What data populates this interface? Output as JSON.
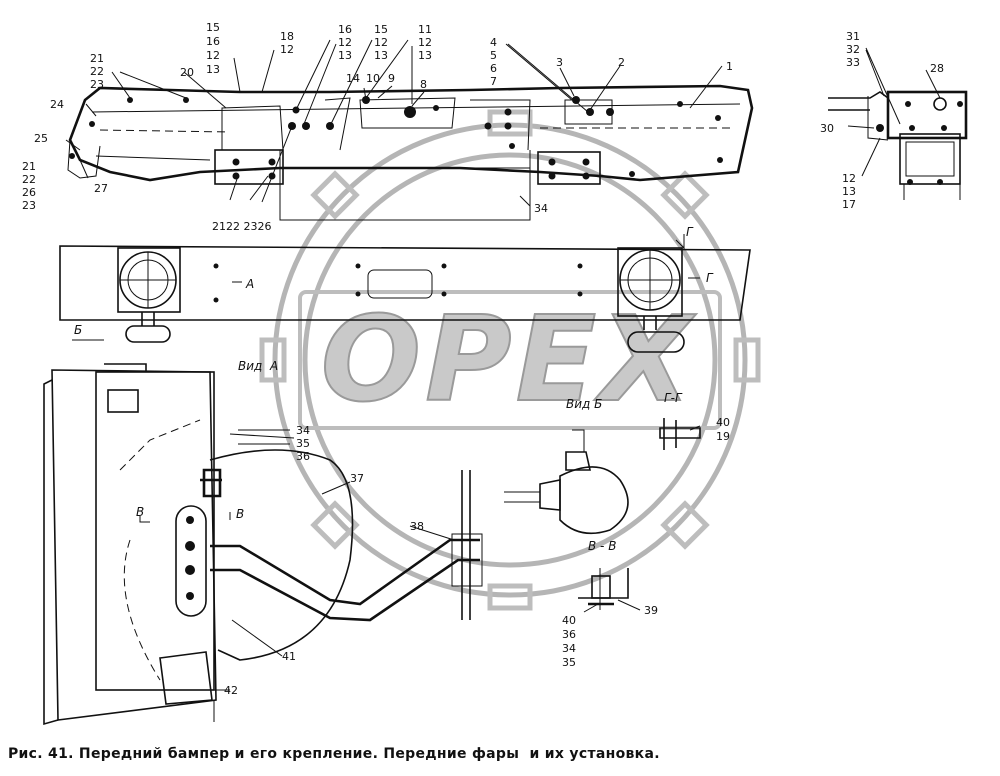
{
  "caption": "Рис. 41. Передний бампер и его крепление. Передние фары  и их установка.",
  "watermark": "OPEX",
  "view_labels": {
    "vid_a": "Вид  А",
    "vid_b": "Вид Б",
    "section_gg": "Г-Г",
    "section_vv": "В - В",
    "arrow_a": "А",
    "arrow_b": "Б",
    "arrow_v1": "В",
    "arrow_v2": "В",
    "arrow_g1": "Г",
    "arrow_g2": "Г"
  },
  "part_labels": {
    "p1": "1",
    "p2": "2",
    "p3": "3",
    "p8": "8",
    "p9": "9",
    "p10": "10",
    "p14": "14",
    "p20": "20",
    "p24": "24",
    "p25": "25",
    "p27": "27",
    "p28": "28",
    "p30": "30",
    "p34a": "34",
    "p37": "37",
    "p38": "38",
    "p39": "39",
    "p41": "41",
    "p42": "42",
    "s15_16_12_13": [
      "15",
      "16",
      "12",
      "13"
    ],
    "s18_12": [
      "18",
      "12"
    ],
    "s16_12_13": [
      "16",
      "12",
      "13"
    ],
    "s15_12_13": [
      "15",
      "12",
      "13"
    ],
    "s11_12_13": [
      "11",
      "12",
      "13"
    ],
    "s4_5_6_7": [
      "4",
      "5",
      "6",
      "7"
    ],
    "s21_22_23_top": [
      "21",
      "22",
      "23"
    ],
    "s21_22_26_23": [
      "21",
      "22",
      "26",
      "23"
    ],
    "s21_22_23_26_bottom": "2122 2326",
    "s31_32_33": [
      "31",
      "32",
      "33"
    ],
    "s12_13_17": [
      "12",
      "13",
      "17"
    ],
    "s34_35_36": [
      "34",
      "35",
      "36"
    ],
    "s40_19": [
      "40",
      "19"
    ],
    "s40_36_34_35": [
      "40",
      "36",
      "34",
      "35"
    ]
  }
}
